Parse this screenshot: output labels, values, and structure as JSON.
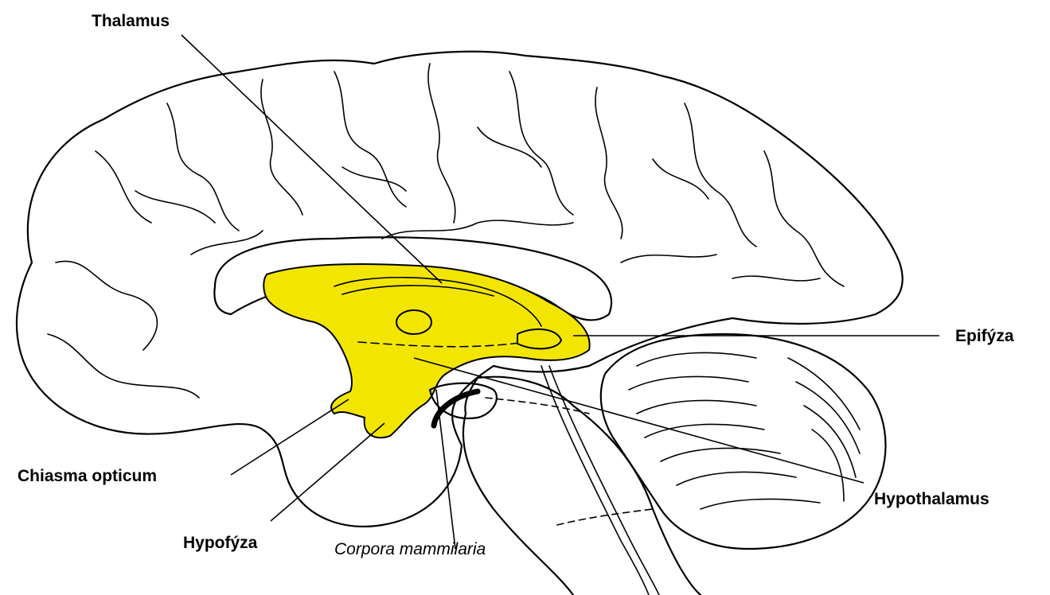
{
  "labels": {
    "thalamus": "Thalamus",
    "epifyza": "Epifýza",
    "chiasma": "Chiasma opticum",
    "hypothalamus": "Hypothalamus",
    "hypofyza": "Hypofýza",
    "corpora": "Corpora mammilaria"
  },
  "colors": {
    "diencephalon_fill": "#f2e600",
    "outline": "#000000",
    "background": "#ffffff"
  }
}
